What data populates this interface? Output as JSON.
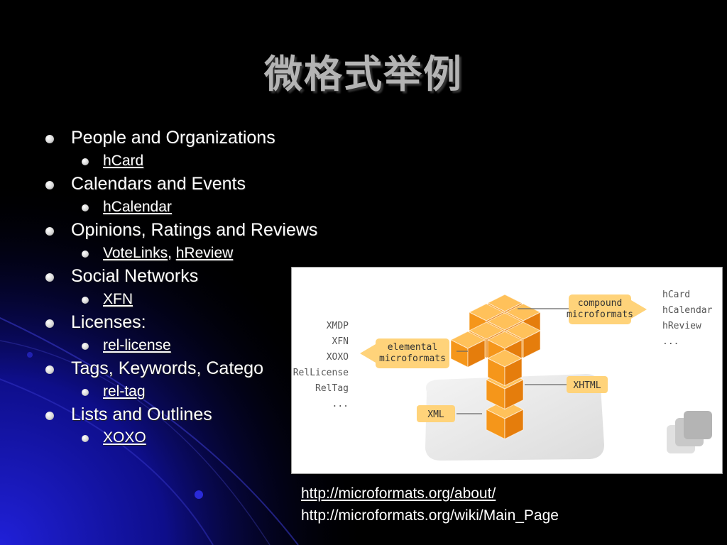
{
  "slide": {
    "title": "微格式举例",
    "items": [
      {
        "label": "People and Organizations",
        "sub": [
          {
            "text": "hCard",
            "link": true
          }
        ]
      },
      {
        "label": "Calendars and Events",
        "sub": [
          {
            "text": "hCalendar",
            "link": true
          }
        ]
      },
      {
        "label": "Opinions, Ratings and Reviews",
        "sub": [
          {
            "text": "VoteLinks",
            "link": true
          },
          {
            "text": ", ",
            "link": false
          },
          {
            "text": "hReview",
            "link": true
          }
        ]
      },
      {
        "label": "Social Networks",
        "sub": [
          {
            "text": "XFN",
            "link": true
          }
        ]
      },
      {
        "label": "Licenses:",
        "sub": [
          {
            "text": "rel-license",
            "link": true
          }
        ]
      },
      {
        "label": "Tags, Keywords, Catego",
        "sub": [
          {
            "text": "rel-tag",
            "link": true
          }
        ]
      },
      {
        "label": "Lists and Outlines",
        "sub": [
          {
            "text": "XOXO",
            "link": true
          }
        ]
      }
    ],
    "figure": {
      "left_list": [
        "XMDP",
        "XFN",
        "XOXO",
        "RelLicense",
        "RelTag",
        "..."
      ],
      "right_list": [
        "hCard",
        "hCalendar",
        "hReview",
        "..."
      ],
      "compound_label": [
        "compound",
        "microformats"
      ],
      "elemental_label": [
        "elemental",
        "microformats"
      ],
      "xhtml_label": "XHTML",
      "xml_label": "XML"
    },
    "urls": {
      "about": "http://microformats.org/about/",
      "wiki": "http://microformats.org/wiki/Main_Page"
    },
    "colors": {
      "background": "#000000",
      "glow": "#1a1ad0",
      "cube": "#f59a1e",
      "callout": "#ffd37a"
    }
  }
}
